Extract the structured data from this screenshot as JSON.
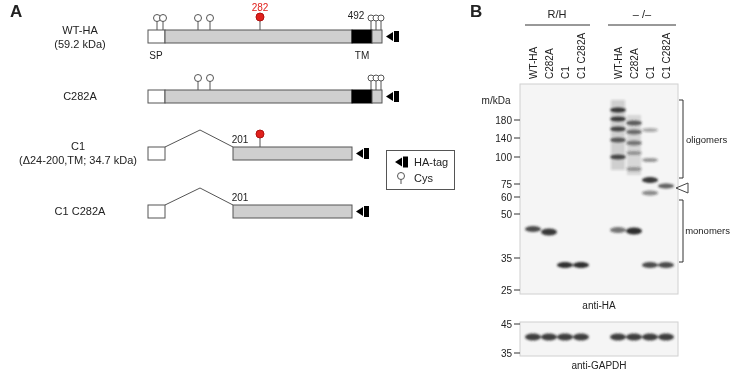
{
  "diagram": {
    "labels": [
      "A",
      "WT-HA",
      "(59.2 kDa)",
      "282",
      "492",
      "SP",
      "TM",
      "C282A",
      "C1",
      "(Δ24-200,TM; 34.7 kDa)",
      "201",
      "C1 C282A",
      "201",
      "B",
      "R/H",
      "– /–",
      "WT-HA",
      "C282A",
      "C1",
      "C1 C282A",
      "WT-HA",
      "C282A",
      "C1",
      "C1 C282A",
      "m/kDa",
      "180",
      "140",
      "100",
      "75",
      "60",
      "50",
      "35",
      "25",
      "oligomers",
      "monomers",
      "anti-HA",
      "45",
      "35",
      "anti-GAPDH"
    ],
    "legend": [
      {
        "text": "HA-tag"
      },
      {
        "text": "Cys"
      }
    ]
  }
}
